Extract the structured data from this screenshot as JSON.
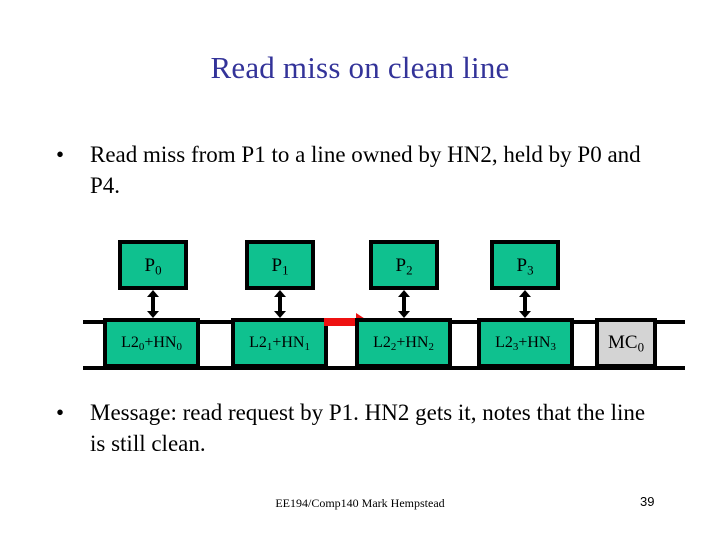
{
  "slide": {
    "title": "Read miss on clean line",
    "title_color": "#333399",
    "page_number": "39",
    "footer": "EE194/Comp140 Mark Hempstead"
  },
  "bullets": [
    {
      "marker": "•",
      "text": "Read miss from P1 to a line owned by HN2, held by P0 and P4."
    },
    {
      "marker": "•",
      "text": "Message: read request by P1. HN2 gets it, notes that the line is still clean."
    }
  ],
  "diagram": {
    "processor_color": "#0FC18F",
    "cache_color": "#0FC18F",
    "memory_color": "#D4D4D4",
    "bus_color": "#000000",
    "message_arrow_color": "#EE1111",
    "processors": [
      {
        "name": "P",
        "index": "0"
      },
      {
        "name": "P",
        "index": "1"
      },
      {
        "name": "P",
        "index": "2"
      },
      {
        "name": "P",
        "index": "3"
      }
    ],
    "caches": [
      {
        "l2": "L2",
        "l2_index": "0",
        "plus": "+",
        "hn": "HN",
        "hn_index": "0"
      },
      {
        "l2": "L2",
        "l2_index": "1",
        "plus": "+",
        "hn": "HN",
        "hn_index": "1"
      },
      {
        "l2": "L2",
        "l2_index": "2",
        "plus": "+",
        "hn": "HN",
        "hn_index": "2"
      },
      {
        "l2": "L2",
        "l2_index": "3",
        "plus": "+",
        "hn": "HN",
        "hn_index": "3"
      }
    ],
    "memory": {
      "name": "MC",
      "index": "0"
    },
    "message_arrow": {
      "from": "L2_1+HN_1",
      "to": "L2_2+HN_2",
      "direction": "right"
    }
  }
}
